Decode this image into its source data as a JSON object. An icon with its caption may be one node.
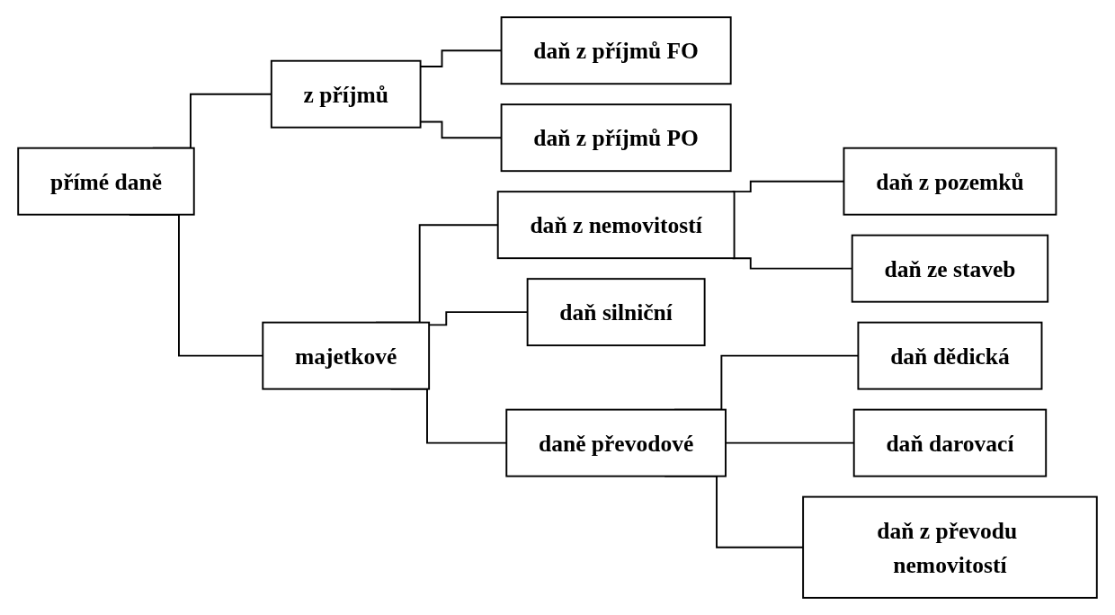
{
  "diagram": {
    "nodes": [
      {
        "text": [
          "přímé daně"
        ]
      },
      {
        "text": [
          "z příjmů"
        ]
      },
      {
        "text": [
          "daň z příjmů FO"
        ]
      },
      {
        "text": [
          "daň z příjmů PO"
        ]
      },
      {
        "text": [
          "majetkové"
        ]
      },
      {
        "text": [
          "daň z nemovitostí"
        ]
      },
      {
        "text": [
          "daň z pozemků"
        ]
      },
      {
        "text": [
          "daň ze staveb"
        ]
      },
      {
        "text": [
          "daň silniční"
        ]
      },
      {
        "text": [
          "daně převodové"
        ]
      },
      {
        "text": [
          "daň dědická"
        ]
      },
      {
        "text": [
          "daň darovací"
        ]
      },
      {
        "text": [
          "daň z převodu nemovitostí"
        ]
      }
    ],
    "edges": [
      {
        "from": 0,
        "to": 1,
        "arrow": "none"
      },
      {
        "from": 0,
        "to": 4,
        "arrow": "none"
      },
      {
        "from": 1,
        "to": 2,
        "arrow": "none"
      },
      {
        "from": 1,
        "to": 3,
        "arrow": "none"
      },
      {
        "from": 4,
        "to": 5,
        "arrow": "none"
      },
      {
        "from": 4,
        "to": 8,
        "arrow": "none"
      },
      {
        "from": 4,
        "to": 9,
        "arrow": "none"
      },
      {
        "from": 5,
        "to": 6,
        "arrow": "none"
      },
      {
        "from": 5,
        "to": 7,
        "arrow": "none"
      },
      {
        "from": 9,
        "to": 10,
        "arrow": "none"
      },
      {
        "from": 9,
        "to": 11,
        "arrow": "none"
      },
      {
        "from": 9,
        "to": 12,
        "arrow": "none"
      }
    ]
  }
}
